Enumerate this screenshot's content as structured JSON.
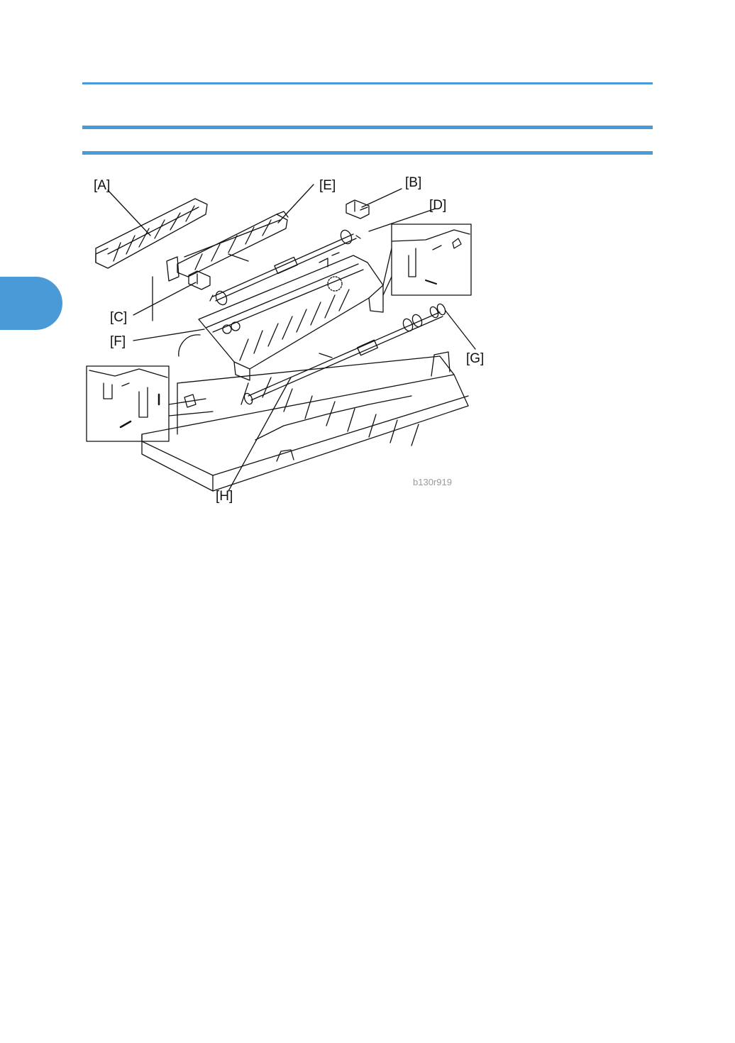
{
  "figure": {
    "callouts": {
      "a": "[A]",
      "b": "[B]",
      "c": "[C]",
      "d": "[D]",
      "e": "[E]",
      "f": "[F]",
      "g": "[G]",
      "h": "[H]"
    },
    "figure_id": "b130r919"
  },
  "colors": {
    "accent": "#4a9ad8",
    "line": "#111111"
  }
}
